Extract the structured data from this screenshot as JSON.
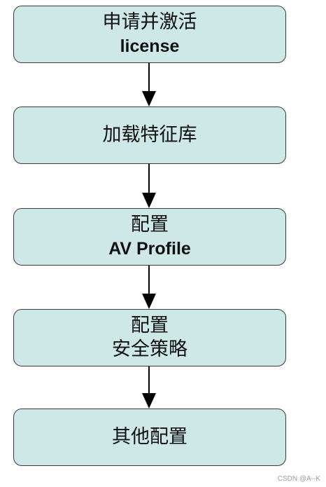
{
  "steps": [
    {
      "line1": "申请并激活",
      "line2": "license"
    },
    {
      "line1": "加载特征库"
    },
    {
      "line1": "配置",
      "line2": "AV Profile"
    },
    {
      "line1": "配置",
      "line2": "安全策略"
    },
    {
      "line1": "其他配置"
    }
  ],
  "colors": {
    "box_fill": "#cde8e6",
    "box_border": "#3a3a3a",
    "arrow": "#000000"
  },
  "watermark": "CSDN @A--K"
}
